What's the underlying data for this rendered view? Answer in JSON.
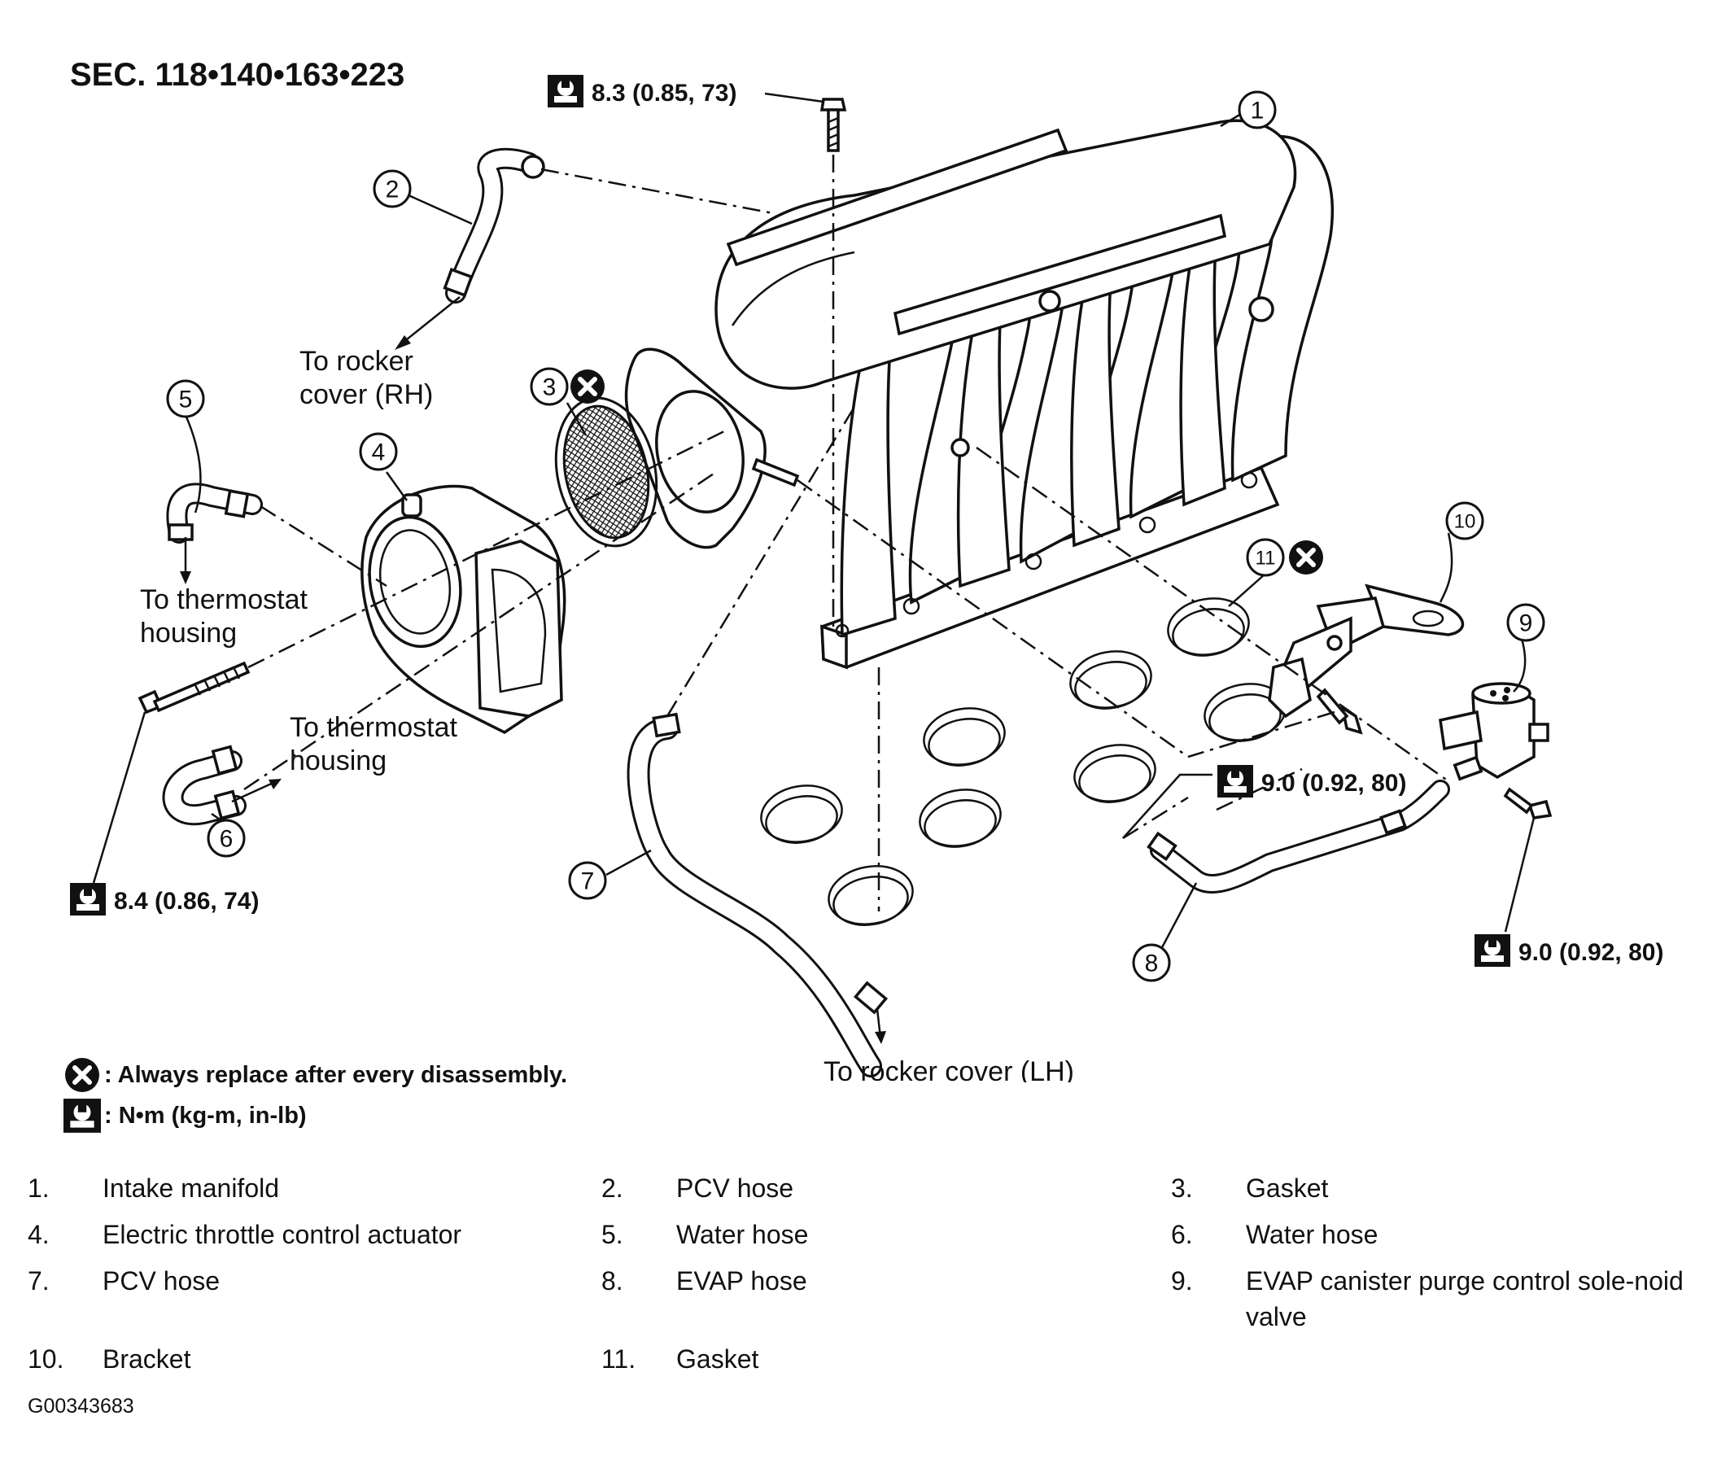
{
  "section_ref": "SEC. 118•140•163•223",
  "callouts": [
    "1",
    "2",
    "3",
    "4",
    "5",
    "6",
    "7",
    "8",
    "9",
    "10",
    "11"
  ],
  "torques": {
    "t1": "8.3 (0.85, 73)",
    "t2": "9.0 (0.92, 80)",
    "t3": "9.0 (0.92, 80)",
    "t4": "8.4 (0.86, 74)"
  },
  "annotations": {
    "rocker_rh_1": "To rocker",
    "rocker_rh_2": "cover (RH)",
    "thermo_a_1": "To thermostat",
    "thermo_a_2": "housing",
    "thermo_b_1": "To thermostat",
    "thermo_b_2": "housing",
    "rocker_lh": "To rocker cover (LH)"
  },
  "legend": {
    "replace": ": Always replace after every disassembly.",
    "torque_unit": ": N•m (kg-m, in-lb)"
  },
  "parts": [
    {
      "num": "1.",
      "name": "Intake manifold"
    },
    {
      "num": "2.",
      "name": "PCV hose"
    },
    {
      "num": "3.",
      "name": "Gasket"
    },
    {
      "num": "4.",
      "name": "Electric throttle control actuator"
    },
    {
      "num": "5.",
      "name": "Water hose"
    },
    {
      "num": "6.",
      "name": "Water hose"
    },
    {
      "num": "7.",
      "name": "PCV hose"
    },
    {
      "num": "8.",
      "name": "EVAP hose"
    },
    {
      "num": "9.",
      "name": "EVAP canister purge control sole-noid valve"
    },
    {
      "num": "10.",
      "name": "Bracket"
    },
    {
      "num": "11.",
      "name": "Gasket"
    }
  ],
  "figure_id": "G00343683"
}
